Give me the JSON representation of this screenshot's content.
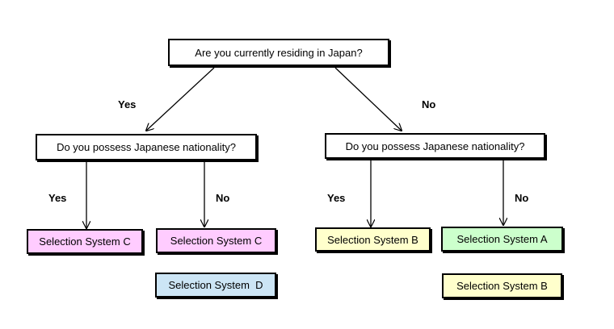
{
  "questions": {
    "root": "Are you currently residing in Japan?",
    "left": "Do you possess Japanese nationality?",
    "right": "Do you possess Japanese nationality?"
  },
  "edge_labels": {
    "root_yes": "Yes",
    "root_no": "No",
    "left_yes": "Yes",
    "left_no": "No",
    "right_yes": "Yes",
    "right_no": "No"
  },
  "outcomes": {
    "left_yes": "Selection System C",
    "left_no_1": "Selection System C",
    "left_no_2": "Selection System  D",
    "right_yes": "Selection System B",
    "right_no_1": "Selection System A",
    "right_no_2": "Selection System B"
  },
  "colors": {
    "system_c": "#ffccff",
    "system_d": "#cce5f5",
    "system_b": "#ffffcc",
    "system_a": "#ccffcc"
  }
}
